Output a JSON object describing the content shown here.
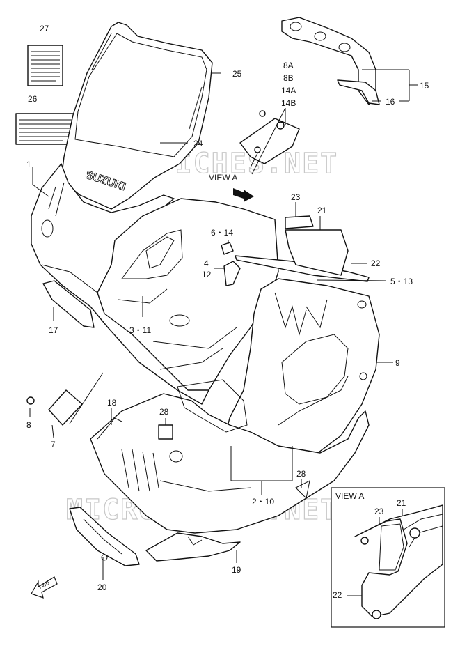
{
  "watermark": "MICROFICHES.NET",
  "view_label": "VIEW  A",
  "inset_title": "VIEW  A",
  "brand_text": "SUZUKI",
  "fwd_text": "FWD",
  "callouts": [
    {
      "id": "c27",
      "text": "27"
    },
    {
      "id": "c26",
      "text": "26"
    },
    {
      "id": "c25",
      "text": "25"
    },
    {
      "id": "c24",
      "text": "24"
    },
    {
      "id": "c1",
      "text": "1"
    },
    {
      "id": "c8A",
      "text": "8A"
    },
    {
      "id": "c8B",
      "text": "8B"
    },
    {
      "id": "c14A",
      "text": "14A"
    },
    {
      "id": "c14B",
      "text": "14B"
    },
    {
      "id": "c15",
      "text": "15"
    },
    {
      "id": "c16",
      "text": "16"
    },
    {
      "id": "c23",
      "text": "23"
    },
    {
      "id": "c21",
      "text": "21"
    },
    {
      "id": "c22",
      "text": "22"
    },
    {
      "id": "c6_14",
      "text": "6・14"
    },
    {
      "id": "c4",
      "text": "4"
    },
    {
      "id": "c12",
      "text": "12"
    },
    {
      "id": "c5_13",
      "text": "5・13"
    },
    {
      "id": "c17",
      "text": "17"
    },
    {
      "id": "c3_11",
      "text": "3・11"
    },
    {
      "id": "c9",
      "text": "9"
    },
    {
      "id": "c8",
      "text": "8"
    },
    {
      "id": "c7",
      "text": "7"
    },
    {
      "id": "c18",
      "text": "18"
    },
    {
      "id": "c28a",
      "text": "28"
    },
    {
      "id": "c28b",
      "text": "28"
    },
    {
      "id": "c2_10",
      "text": "2・10"
    },
    {
      "id": "c20",
      "text": "20"
    },
    {
      "id": "c19",
      "text": "19"
    },
    {
      "id": "i23",
      "text": "23"
    },
    {
      "id": "i21",
      "text": "21"
    },
    {
      "id": "i22",
      "text": "22"
    }
  ]
}
